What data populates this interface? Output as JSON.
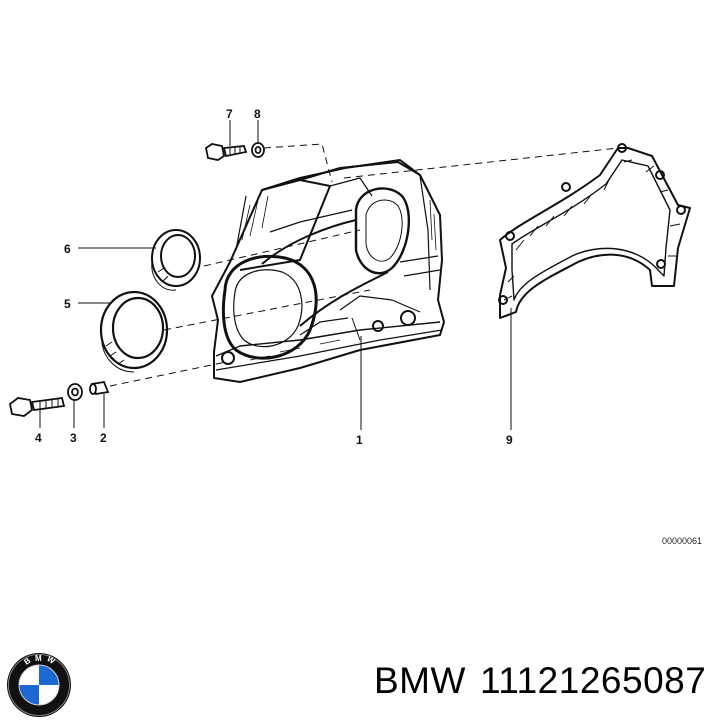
{
  "callouts": [
    {
      "id": "1",
      "label": "1"
    },
    {
      "id": "2",
      "label": "2"
    },
    {
      "id": "3",
      "label": "3"
    },
    {
      "id": "4",
      "label": "4"
    },
    {
      "id": "5",
      "label": "5"
    },
    {
      "id": "6",
      "label": "6"
    },
    {
      "id": "7",
      "label": "7"
    },
    {
      "id": "8",
      "label": "8"
    },
    {
      "id": "9",
      "label": "9"
    }
  ],
  "diagram_code": "00000061",
  "caption": {
    "brand": "BMW",
    "part_number": "11121265087"
  },
  "logo": {
    "text": "BMW",
    "colors": {
      "ring": "#111111",
      "blue": "#1c69d4",
      "white": "#ffffff"
    }
  }
}
